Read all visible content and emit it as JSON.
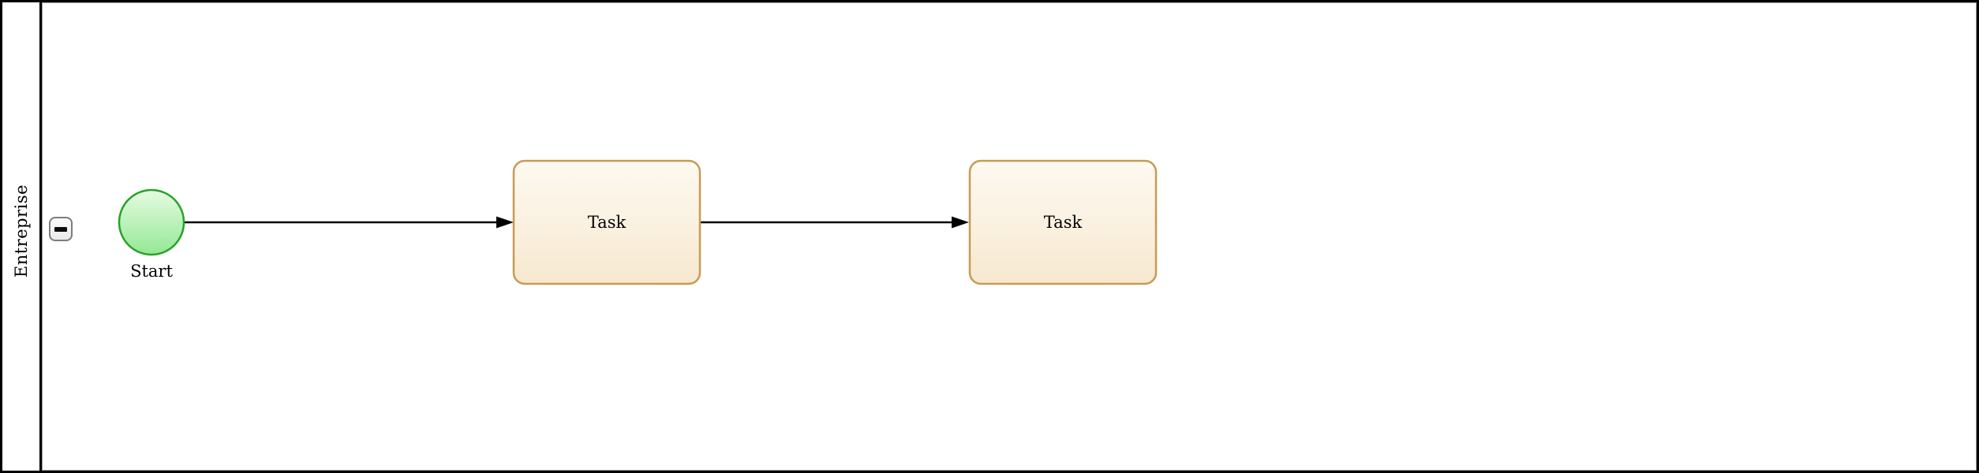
{
  "pool": {
    "label": "Entreprise",
    "collapse_button_icon": "minus-icon"
  },
  "diagram": {
    "type": "bpmn-process",
    "start_event": {
      "label": "Start"
    },
    "tasks": [
      {
        "label": "Task"
      },
      {
        "label": "Task"
      }
    ],
    "flows": [
      {
        "from": "start-event",
        "to": "task-1"
      },
      {
        "from": "task-1",
        "to": "task-2"
      }
    ]
  },
  "colors": {
    "pool_border": "#000000",
    "lane_border": "#9b9b9b",
    "flow": "#000000",
    "start_stroke": "#27a227",
    "start_fill_top": "#e6fbe1",
    "start_fill_bottom": "#94e894",
    "task_stroke": "#c79a55",
    "task_fill_top": "#fdfaf1",
    "task_fill_bottom": "#f7e8cf",
    "button_border": "#7d7d7d"
  }
}
